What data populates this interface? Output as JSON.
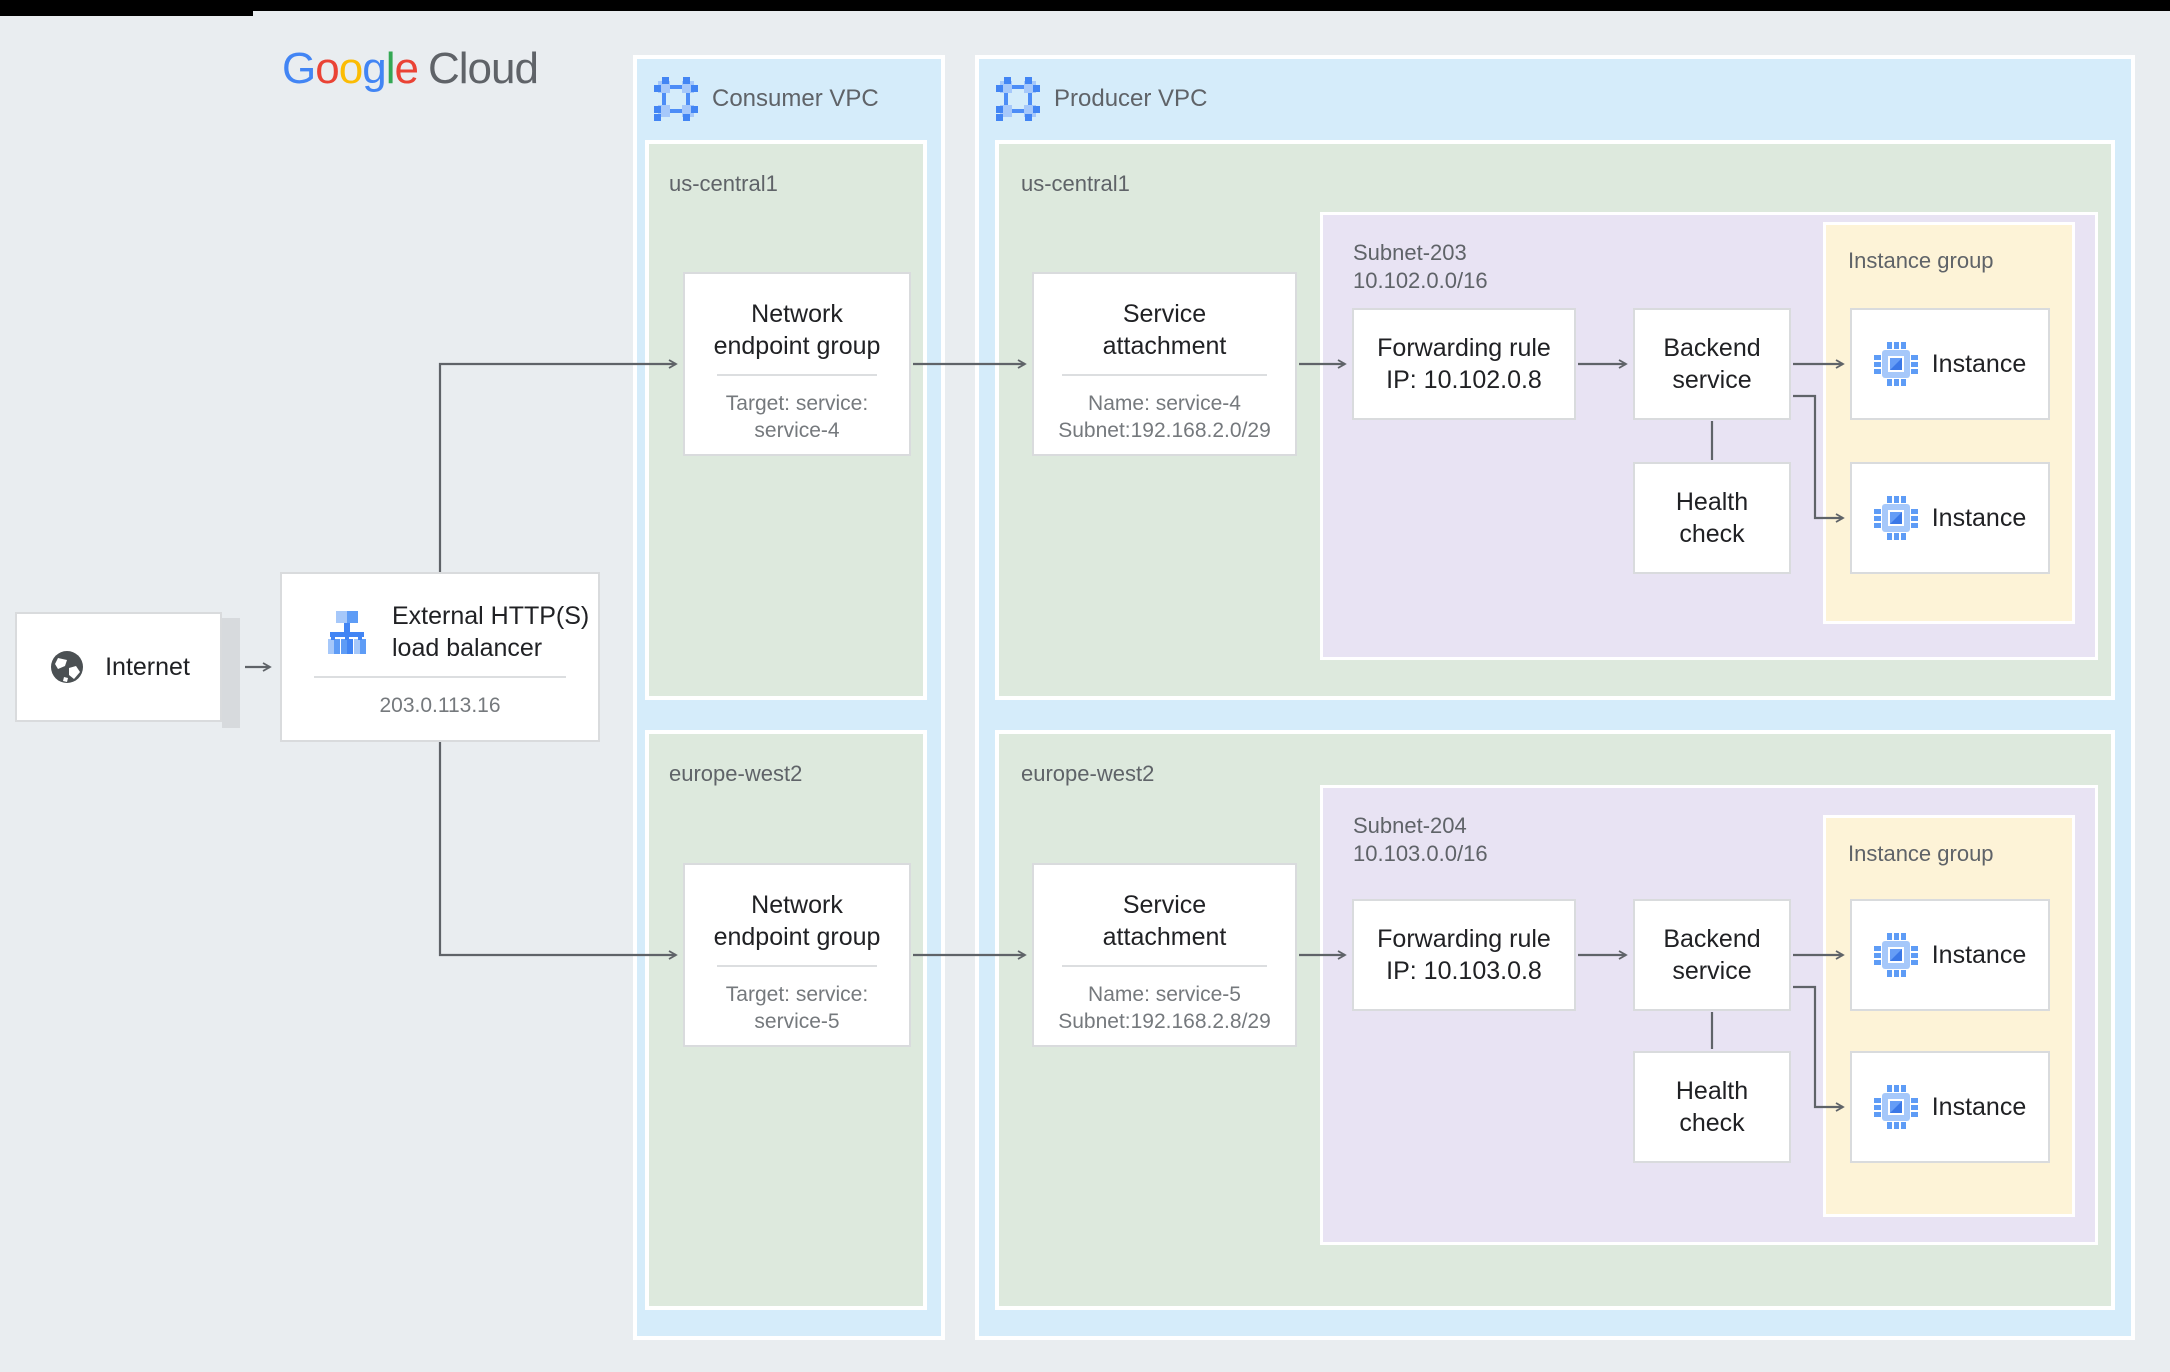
{
  "colors": {
    "background": "#e9edf0",
    "vpc_bg": "#d5ecfa",
    "region_bg": "#dde9dd",
    "subnet_bg": "#e8e3f3",
    "instance_group_bg": "#fdf3d7",
    "card_border": "#d9dbdd",
    "primary_text": "#202124",
    "secondary_text": "#75797d",
    "label_text": "#5f6368",
    "arrow": "#5f6368",
    "google_blue": "#4285F4",
    "google_red": "#EA4335",
    "google_yellow": "#FBBC05",
    "google_green": "#34A853",
    "icon_blue_light": "#a6c8fa",
    "icon_blue_mid": "#5e9cf6",
    "icon_blue_dark": "#4285f4"
  },
  "logo": {
    "letters": [
      {
        "ch": "G"
      },
      {
        "ch": "o"
      },
      {
        "ch": "o"
      },
      {
        "ch": "g"
      },
      {
        "ch": "l"
      },
      {
        "ch": "e"
      }
    ],
    "cloud": "Cloud"
  },
  "internet": {
    "label": "Internet"
  },
  "load_balancer": {
    "title_line1": "External HTTP(S)",
    "title_line2": "load balancer",
    "ip": "203.0.113.16"
  },
  "consumer_vpc": {
    "label": "Consumer VPC",
    "regions": [
      {
        "name": "us-central1",
        "neg": {
          "title_line1": "Network",
          "title_line2": "endpoint group",
          "sub_line1": "Target: service:",
          "sub_line2": "service-4"
        }
      },
      {
        "name": "europe-west2",
        "neg": {
          "title_line1": "Network",
          "title_line2": "endpoint group",
          "sub_line1": "Target: service:",
          "sub_line2": "service-5"
        }
      }
    ]
  },
  "producer_vpc": {
    "label": "Producer VPC",
    "regions": [
      {
        "name": "us-central1",
        "service_attachment": {
          "title_line1": "Service",
          "title_line2": "attachment",
          "sub_line1": "Name: service-4",
          "sub_line2": "Subnet:192.168.2.0/29"
        },
        "subnet": {
          "name": "Subnet-203",
          "cidr": "10.102.0.0/16",
          "forwarding_rule_line1": "Forwarding rule",
          "forwarding_rule_line2": "IP: 10.102.0.8",
          "backend_service_line1": "Backend",
          "backend_service_line2": "service",
          "health_check_line1": "Health",
          "health_check_line2": "check",
          "instance_group_label": "Instance group",
          "instance1_label": "Instance",
          "instance2_label": "Instance"
        }
      },
      {
        "name": "europe-west2",
        "service_attachment": {
          "title_line1": "Service",
          "title_line2": "attachment",
          "sub_line1": "Name: service-5",
          "sub_line2": "Subnet:192.168.2.8/29"
        },
        "subnet": {
          "name": "Subnet-204",
          "cidr": "10.103.0.0/16",
          "forwarding_rule_line1": "Forwarding rule",
          "forwarding_rule_line2": "IP: 10.103.0.8",
          "backend_service_line1": "Backend",
          "backend_service_line2": "service",
          "health_check_line1": "Health",
          "health_check_line2": "check",
          "instance_group_label": "Instance group",
          "instance1_label": "Instance",
          "instance2_label": "Instance"
        }
      }
    ]
  }
}
